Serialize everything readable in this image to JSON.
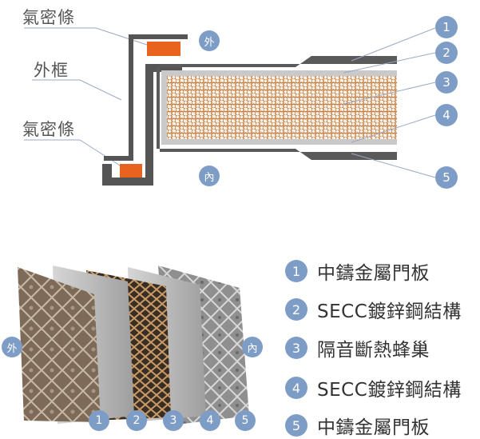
{
  "top_diagram": {
    "left_labels": [
      "氣密條",
      "外框",
      "氣密條"
    ],
    "side_markers": {
      "outer": "外",
      "inner": "內"
    },
    "layer_numbers": [
      "1",
      "2",
      "3",
      "4",
      "5"
    ]
  },
  "bottom_diagram": {
    "side_markers": {
      "outer": "外",
      "inner": "內"
    },
    "layer_numbers": [
      "1",
      "2",
      "3",
      "4",
      "5"
    ]
  },
  "legend": [
    {
      "num": "1",
      "label": "中鑄金屬門板"
    },
    {
      "num": "2",
      "label": "SECC鍍鋅鋼結構"
    },
    {
      "num": "3",
      "label": "隔音斷熱蜂巢"
    },
    {
      "num": "4",
      "label": "SECC鍍鋅鋼結構"
    },
    {
      "num": "5",
      "label": "中鑄金屬門板"
    }
  ],
  "colors": {
    "marker": "#7e9dc6",
    "seal": "#e8641e",
    "frame": "#555555",
    "steel": "#b5b5b5"
  }
}
